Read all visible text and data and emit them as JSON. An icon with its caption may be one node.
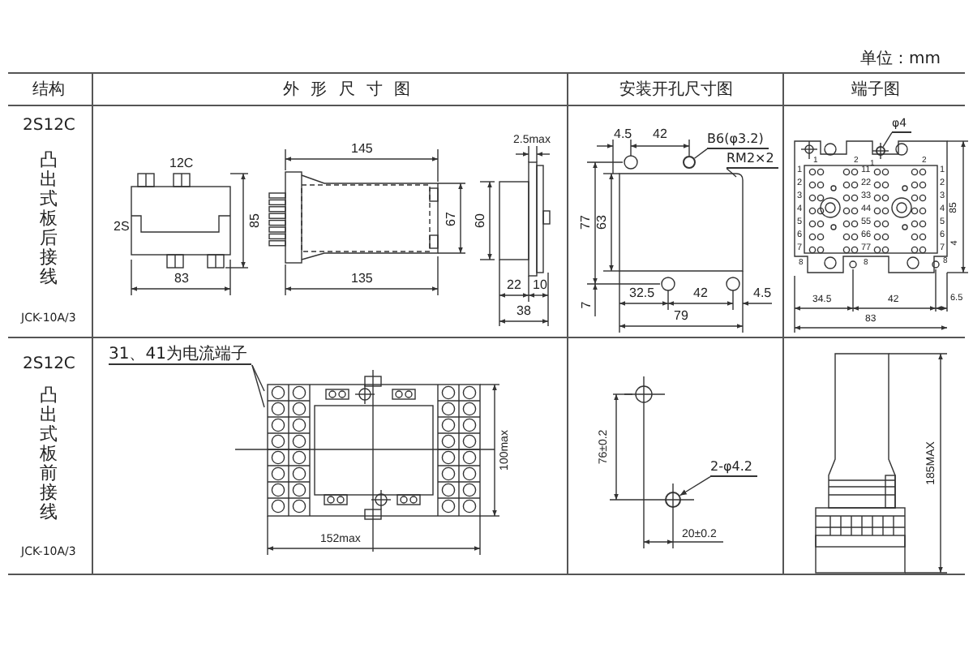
{
  "diagram": {
    "nodes": [
      {
        "text": [
          "31、41为电流端子"
        ]
      },
      {
        "text": [
          "B6(φ3.2)"
        ]
      },
      {
        "text": [
          "RM2×2"
        ]
      },
      {
        "text": [
          "φ4"
        ]
      },
      {
        "text": [
          "2-φ4.2"
        ]
      },
      {
        "text": [],
        "shape": "circle"
      },
      {
        "text": [],
        "shape": "circle"
      },
      {
        "text": [],
        "shape": "circle"
      }
    ],
    "edges": [
      {
        "from": 0,
        "to": null,
        "arrow": "none"
      },
      {
        "from": 0,
        "to": null,
        "arrow": "none"
      },
      {
        "from": 1,
        "to": 5,
        "arrow": "none"
      },
      {
        "from": 2,
        "to": null,
        "arrow": "none"
      },
      {
        "from": 3,
        "to": 6,
        "arrow": "none"
      },
      {
        "from": 4,
        "to": 7,
        "arrow": "to"
      }
    ],
    "labels": [
      "单位：mm",
      "结构",
      "外 形 尺 寸 图",
      "安装开孔尺寸图",
      "端子图",
      "2S12C",
      "凸出式板后接线",
      "JCK-10A/3",
      "12C",
      "2S",
      "85",
      "83",
      "145",
      "135",
      "67",
      "60",
      "2.5max",
      "22",
      "10",
      "38",
      "4.5",
      "42",
      "77",
      "63",
      "7",
      "32.5",
      "42",
      "4.5",
      "79",
      "1",
      "2",
      "1",
      "2",
      "1",
      "11",
      "1",
      "2",
      "22",
      "2",
      "3",
      "33",
      "3",
      "4",
      "44",
      "4",
      "5",
      "55",
      "5",
      "6",
      "66",
      "6",
      "7",
      "77",
      "7",
      "8",
      "8",
      "8",
      "34.5",
      "42",
      "6.5",
      "83",
      "85",
      "4",
      "2S12C",
      "凸出式板前接线",
      "JCK-10A/3",
      "100max",
      "152max",
      "76±0.2",
      "20±0.2",
      "185MAX"
    ]
  }
}
